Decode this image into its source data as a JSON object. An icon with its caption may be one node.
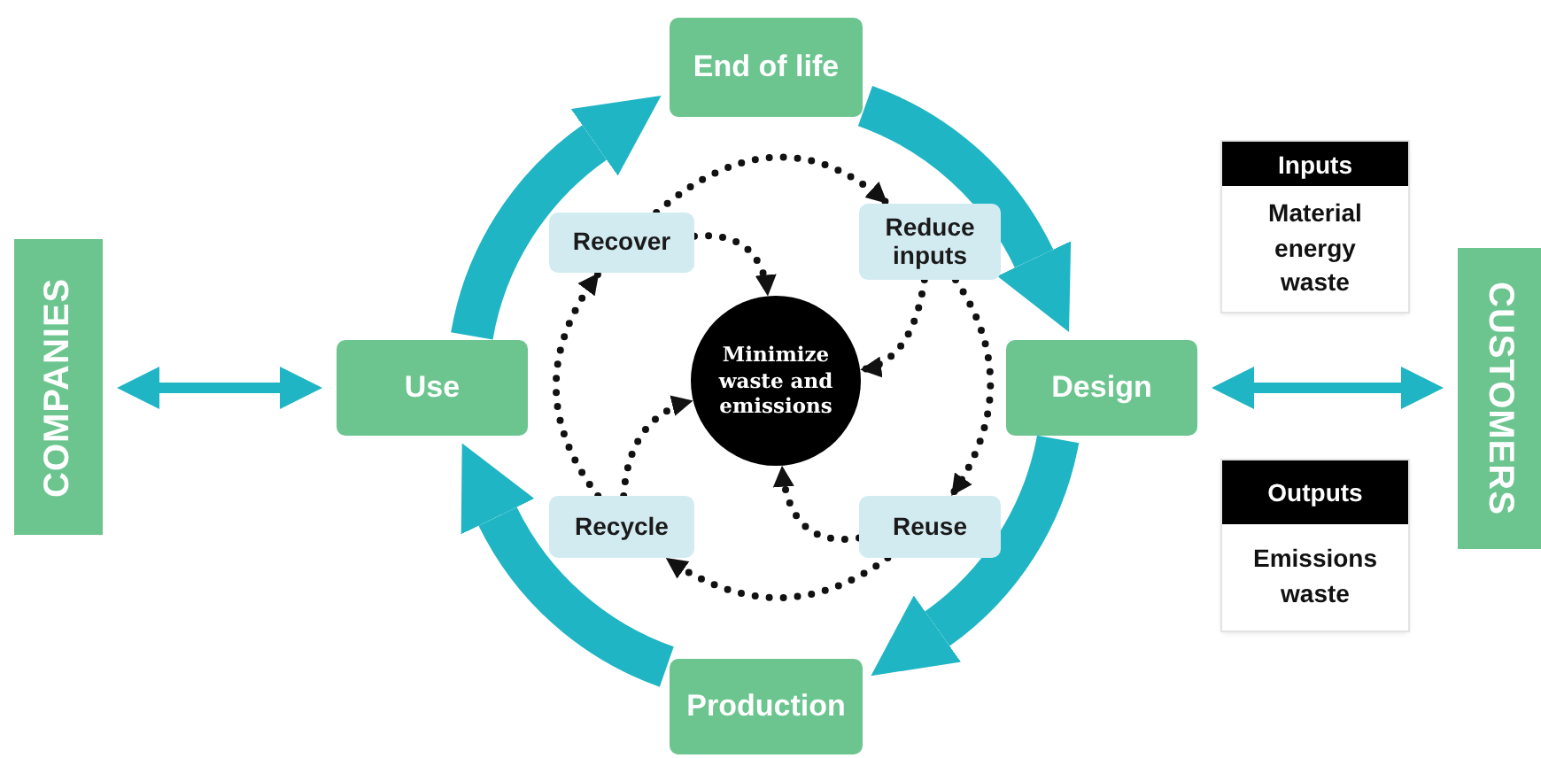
{
  "diagram": {
    "nodes": [
      {
        "text": [
          "End of life"
        ]
      },
      {
        "text": [
          "Design"
        ]
      },
      {
        "text": [
          "Production"
        ]
      },
      {
        "text": [
          "Use"
        ]
      },
      {
        "text": [
          "Recover"
        ]
      },
      {
        "text": [
          "Reduce inputs"
        ]
      },
      {
        "text": [
          "Recycle"
        ]
      },
      {
        "text": [
          "Reuse"
        ]
      },
      {
        "text": [
          "Minimize waste and emissions"
        ]
      },
      {
        "text": [
          "COMPANIES"
        ]
      },
      {
        "text": [
          "CUSTOMERS"
        ]
      },
      {
        "text": [
          "Inputs",
          "Material energy waste"
        ]
      },
      {
        "text": [
          "Outputs",
          "Emissions waste"
        ]
      }
    ],
    "edges": [
      {
        "from": 0,
        "to": 1,
        "arrow": "to",
        "style": "thick",
        "color": "#1fb5c4"
      },
      {
        "from": 1,
        "to": 2,
        "arrow": "to",
        "style": "thick",
        "color": "#1fb5c4"
      },
      {
        "from": 2,
        "to": 3,
        "arrow": "to",
        "style": "thick",
        "color": "#1fb5c4"
      },
      {
        "from": 3,
        "to": 0,
        "arrow": "to",
        "style": "thick",
        "color": "#1fb5c4"
      },
      {
        "from": 9,
        "to": 3,
        "arrow": "both",
        "color": "#1fb5c4"
      },
      {
        "from": 1,
        "to": 10,
        "arrow": "both",
        "color": "#1fb5c4"
      },
      {
        "from": 4,
        "to": 5,
        "arrow": "to",
        "style": "dashed"
      },
      {
        "from": 4,
        "to": 8,
        "arrow": "to",
        "style": "dashed"
      },
      {
        "from": 5,
        "to": 7,
        "arrow": "to",
        "style": "dashed"
      },
      {
        "from": 5,
        "to": 8,
        "arrow": "to",
        "style": "dashed"
      },
      {
        "from": 7,
        "to": 6,
        "arrow": "to",
        "style": "dashed"
      },
      {
        "from": 7,
        "to": 8,
        "arrow": "to",
        "style": "dashed"
      },
      {
        "from": 6,
        "to": 4,
        "arrow": "to",
        "style": "dashed"
      },
      {
        "from": 6,
        "to": 8,
        "arrow": "to",
        "style": "dashed"
      }
    ]
  }
}
